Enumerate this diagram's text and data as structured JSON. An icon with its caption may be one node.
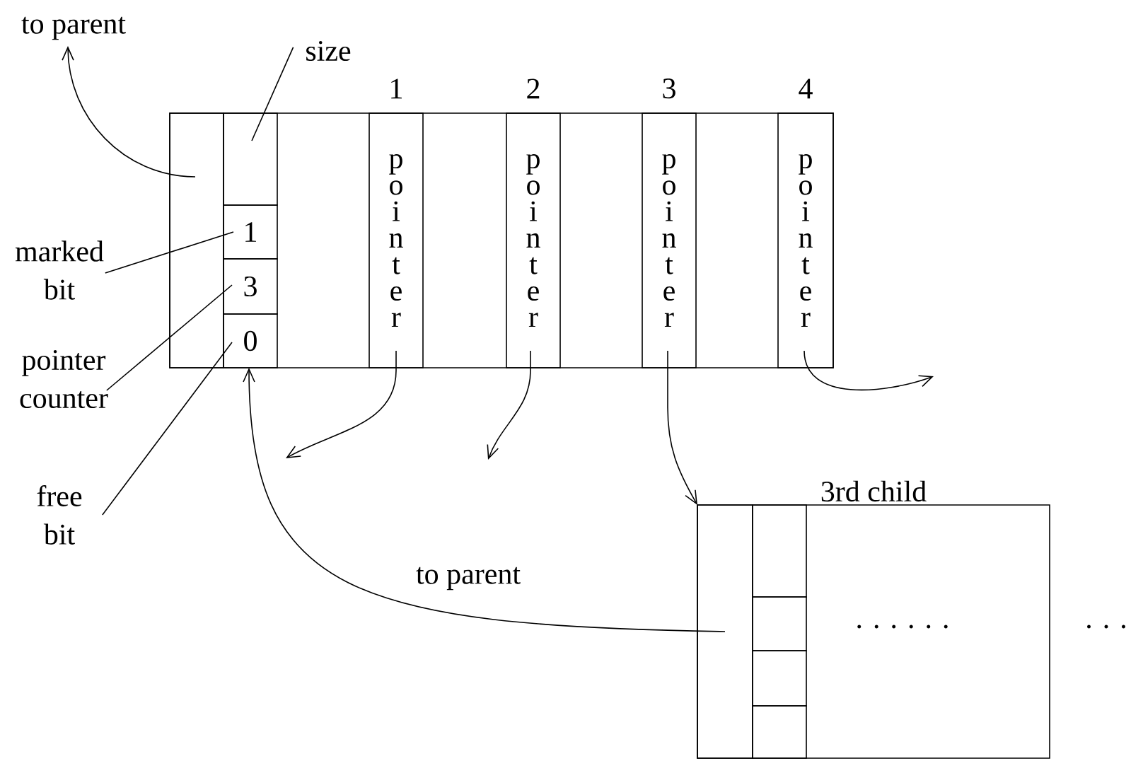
{
  "diagram": {
    "nodes": [
      {
        "text": [],
        "shape": "box"
      },
      {
        "text": [],
        "shape": "box",
        "in": 0
      },
      {
        "text": [],
        "shape": "box",
        "in": 0
      },
      {
        "text": [
          "1"
        ],
        "in": 0
      },
      {
        "text": [
          "3"
        ],
        "in": 0
      },
      {
        "text": [
          "0"
        ],
        "in": 0
      },
      {
        "text": [
          "pointer"
        ],
        "beside": [
          "1"
        ],
        "in": 0
      },
      {
        "text": [
          "pointer"
        ],
        "beside": [
          "2"
        ],
        "in": 0
      },
      {
        "text": [
          "pointer"
        ],
        "beside": [
          "3"
        ],
        "in": 0
      },
      {
        "text": [
          "pointer"
        ],
        "beside": [
          "4"
        ],
        "in": 0
      },
      {
        "text": [
          "to parent"
        ]
      },
      {
        "text": [
          "size"
        ]
      },
      {
        "text": [
          "marked bit"
        ]
      },
      {
        "text": [
          "pointer counter"
        ]
      },
      {
        "text": [
          "free bit"
        ]
      },
      {
        "text": [
          "3rd child"
        ]
      },
      {
        "text": [],
        "shape": "box",
        "in": 15
      },
      {
        "text": [],
        "shape": "box",
        "in": 15
      },
      {
        "text": [],
        "shape": "box",
        "in": 15
      },
      {
        "text": [],
        "shape": "box",
        "in": 15
      },
      {
        "text": [],
        "shape": "box",
        "in": 15
      }
    ],
    "edges": [
      {
        "from": 1,
        "to": 10,
        "arrow": "to"
      },
      {
        "from": 11,
        "to": 2,
        "arrow": "none"
      },
      {
        "from": 12,
        "to": 3,
        "arrow": "none"
      },
      {
        "from": 13,
        "to": 4,
        "arrow": "none"
      },
      {
        "from": 14,
        "to": 5,
        "arrow": "none"
      },
      {
        "from": 6,
        "to": null,
        "arrow": "to"
      },
      {
        "from": 7,
        "to": null,
        "arrow": "to"
      },
      {
        "from": 8,
        "to": 15,
        "arrow": "to"
      },
      {
        "from": 9,
        "to": null,
        "arrow": "to"
      },
      {
        "from": 16,
        "to": 5,
        "arrow": "to",
        "label": "to parent"
      }
    ],
    "labels": [
      ". . . . . .",
      ". . ."
    ]
  }
}
